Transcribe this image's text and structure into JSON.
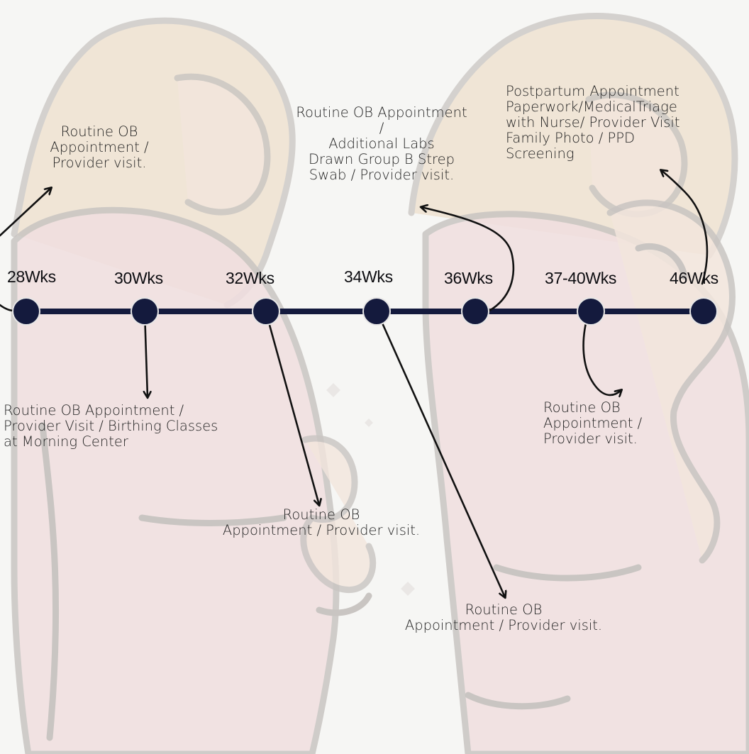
{
  "timeline": {
    "weeks": [
      {
        "id": "28",
        "label": "28Wks"
      },
      {
        "id": "30",
        "label": "30Wks"
      },
      {
        "id": "32",
        "label": "32Wks"
      },
      {
        "id": "34",
        "label": "34Wks"
      },
      {
        "id": "36",
        "label": "36Wks"
      },
      {
        "id": "3740",
        "label": "37-40Wks"
      },
      {
        "id": "46",
        "label": "46Wks"
      }
    ],
    "notes": {
      "w28": [
        "Routine OB",
        "Appointment /",
        "Provider visit."
      ],
      "w30": [
        "Routine OB Appointment /",
        "Provider Visit / Birthing Classes",
        "at Morning Center"
      ],
      "w32": [
        "Routine OB",
        "Appointment / Provider visit."
      ],
      "w34": [
        "Routine OB",
        "Appointment / Provider visit."
      ],
      "w36": [
        "Routine OB Appointment",
        "/",
        "Additional Labs",
        "Drawn Group B Strep",
        "Swab / Provider visit."
      ],
      "w3740": [
        "Routine OB",
        "Appointment /",
        "Provider visit."
      ],
      "w46": [
        "Postpartum Appointment",
        "Paperwork/MedicalTriage",
        "with Nurse/ Provider Visit",
        "Family Photo / PPD",
        "Screening"
      ]
    }
  },
  "colors": {
    "line": "#141a3d",
    "node": "#141a3d",
    "arrow": "#111111",
    "figure_fill": "#f1dfe0",
    "figure_outline": "#c9c5c2",
    "hair": "#eee0cc",
    "skin": "#f3e6dd"
  }
}
